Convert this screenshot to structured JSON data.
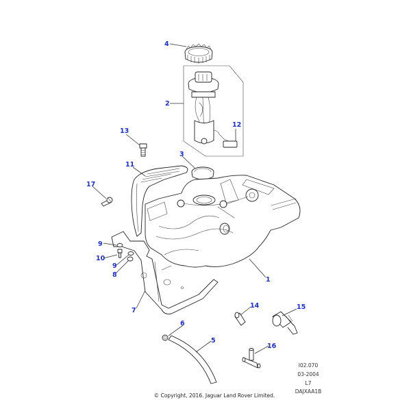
{
  "diagram": {
    "title": "Fuel tank assembly exploded parts view",
    "callouts": [
      {
        "id": "1",
        "label": "1",
        "part": "fuel-tank"
      },
      {
        "id": "2",
        "label": "2",
        "part": "fuel-pump-sender-assembly"
      },
      {
        "id": "3",
        "label": "3",
        "part": "seal"
      },
      {
        "id": "4",
        "label": "4",
        "part": "locking-ring"
      },
      {
        "id": "5",
        "label": "5",
        "part": "hose"
      },
      {
        "id": "6",
        "label": "6",
        "part": "clip"
      },
      {
        "id": "7",
        "label": "7",
        "part": "bracket"
      },
      {
        "id": "8",
        "label": "8",
        "part": "nut"
      },
      {
        "id": "9a",
        "label": "9",
        "part": "washer"
      },
      {
        "id": "9b",
        "label": "9",
        "part": "washer"
      },
      {
        "id": "10",
        "label": "10",
        "part": "bolt"
      },
      {
        "id": "11",
        "label": "11",
        "part": "heat-shield"
      },
      {
        "id": "12",
        "label": "12",
        "part": "sensor-connector"
      },
      {
        "id": "13",
        "label": "13",
        "part": "bolt"
      },
      {
        "id": "14",
        "label": "14",
        "part": "connector"
      },
      {
        "id": "15",
        "label": "15",
        "part": "valve"
      },
      {
        "id": "16",
        "label": "16",
        "part": "t-connector"
      },
      {
        "id": "17",
        "label": "17",
        "part": "clip-fastener"
      }
    ]
  },
  "info_block": {
    "ref": "I02.070",
    "date": "03-2004",
    "model": "L7",
    "code": "DAJXAA1B"
  },
  "footer": {
    "copyright": "© Copyright, 2016. Jaguar Land Rover Limited."
  },
  "colors": {
    "callout": "#1a2ee0",
    "line": "#222222",
    "background": "#ffffff"
  }
}
